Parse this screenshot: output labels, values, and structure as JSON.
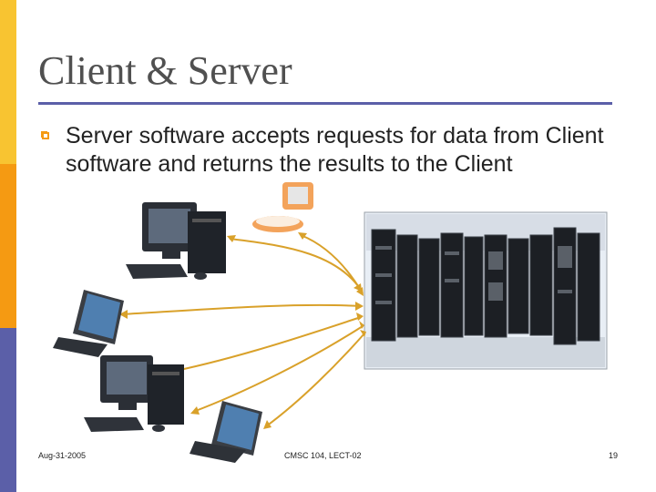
{
  "slide": {
    "title": "Client & Server",
    "bullet": "Server software accepts requests for data from Client software and returns the results to the Client",
    "footer_left": "Aug-31-2005",
    "footer_center": "CMSC 104, LECT-02",
    "footer_right": "19"
  },
  "colors": {
    "accent_orange": "#f59a12",
    "accent_yellow": "#f8c431",
    "accent_blue": "#5b5fa8"
  }
}
